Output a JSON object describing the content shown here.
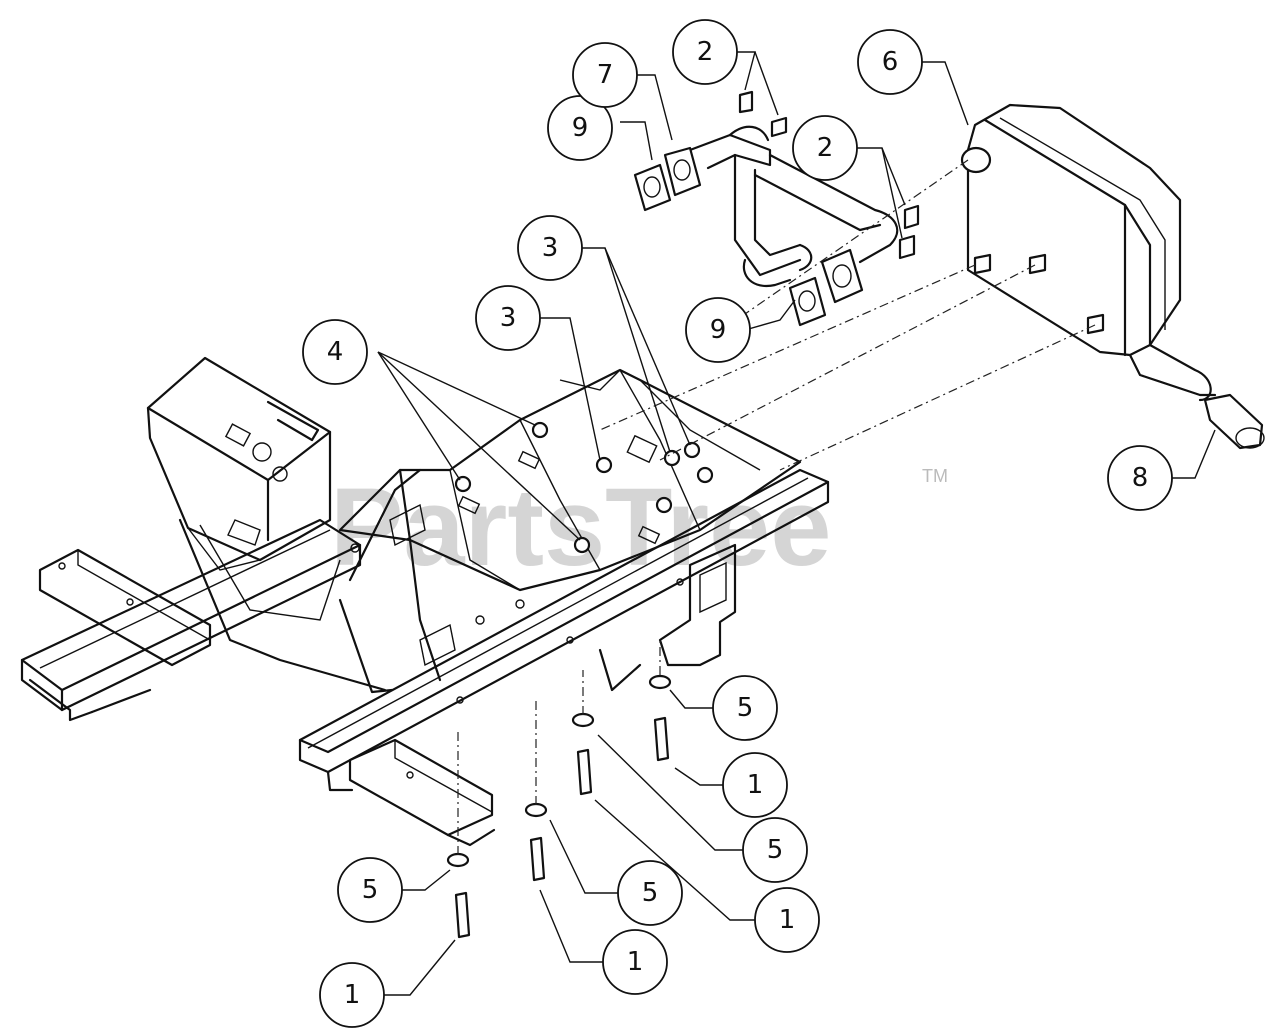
{
  "watermark": {
    "text": "PartsTree",
    "trademark": "TM"
  },
  "callouts": [
    {
      "id": "c-1a",
      "label": "1"
    },
    {
      "id": "c-1b",
      "label": "1"
    },
    {
      "id": "c-1c",
      "label": "1"
    },
    {
      "id": "c-1d",
      "label": "1"
    },
    {
      "id": "c-2a",
      "label": "2"
    },
    {
      "id": "c-2b",
      "label": "2"
    },
    {
      "id": "c-3a",
      "label": "3"
    },
    {
      "id": "c-3b",
      "label": "3"
    },
    {
      "id": "c-4",
      "label": "4"
    },
    {
      "id": "c-5a",
      "label": "5"
    },
    {
      "id": "c-5b",
      "label": "5"
    },
    {
      "id": "c-5c",
      "label": "5"
    },
    {
      "id": "c-5d",
      "label": "5"
    },
    {
      "id": "c-6",
      "label": "6"
    },
    {
      "id": "c-7",
      "label": "7"
    },
    {
      "id": "c-8",
      "label": "8"
    },
    {
      "id": "c-9a",
      "label": "9"
    },
    {
      "id": "c-9b",
      "label": "9"
    }
  ]
}
